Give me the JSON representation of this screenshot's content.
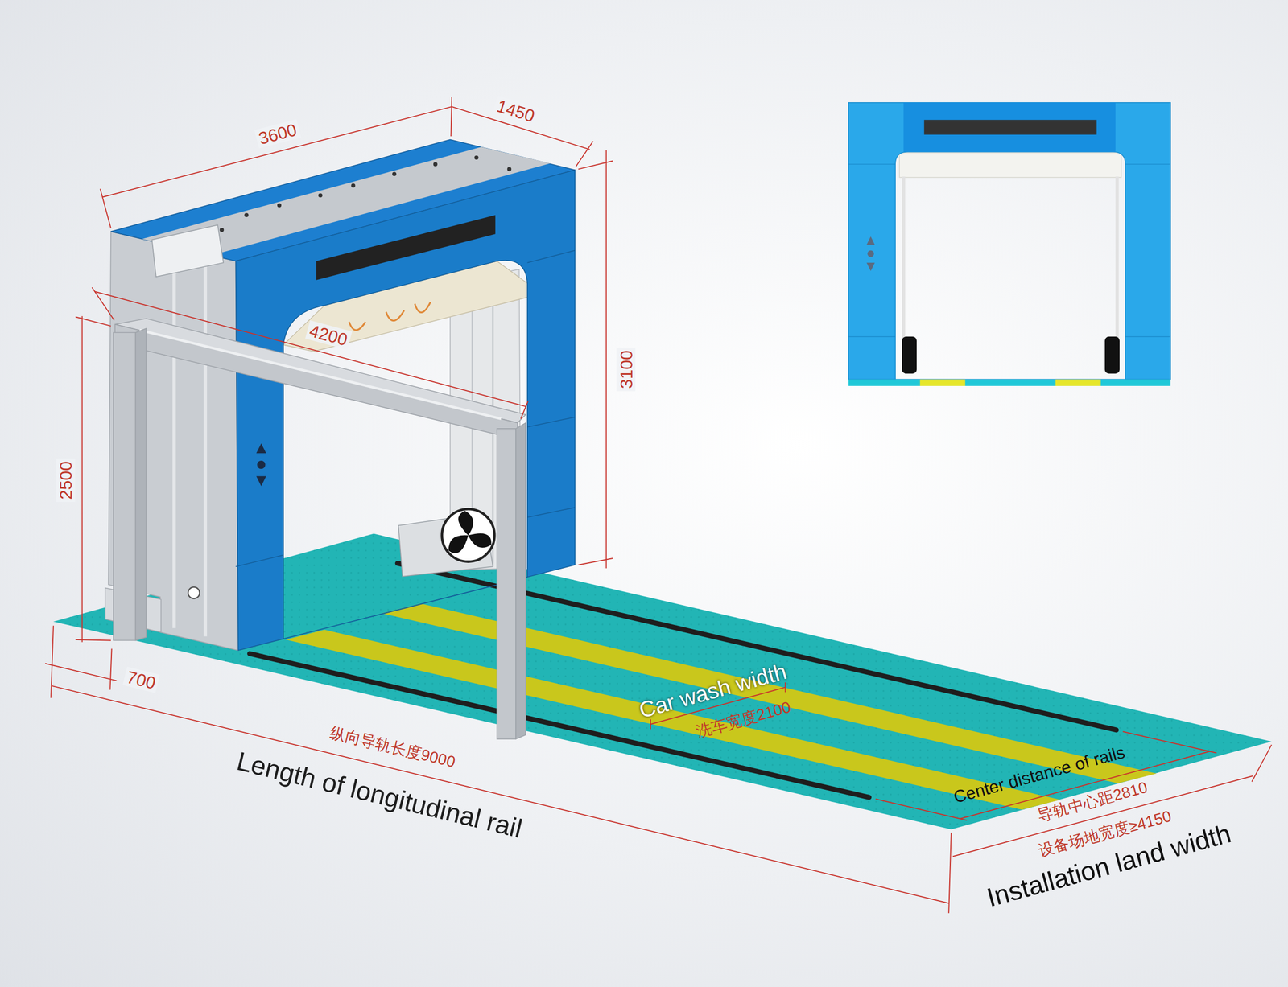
{
  "diagram": {
    "labels": [
      "3600",
      "1450",
      "4200",
      "3100",
      "2500",
      "700",
      "Car wash width",
      "洗车宽度2100",
      "纵向导轨长度9000",
      "Length of longitudinal rail",
      "Center distance of rails",
      "导轨中心距2810",
      "设备场地宽度≥4150",
      "Installation land width"
    ]
  }
}
